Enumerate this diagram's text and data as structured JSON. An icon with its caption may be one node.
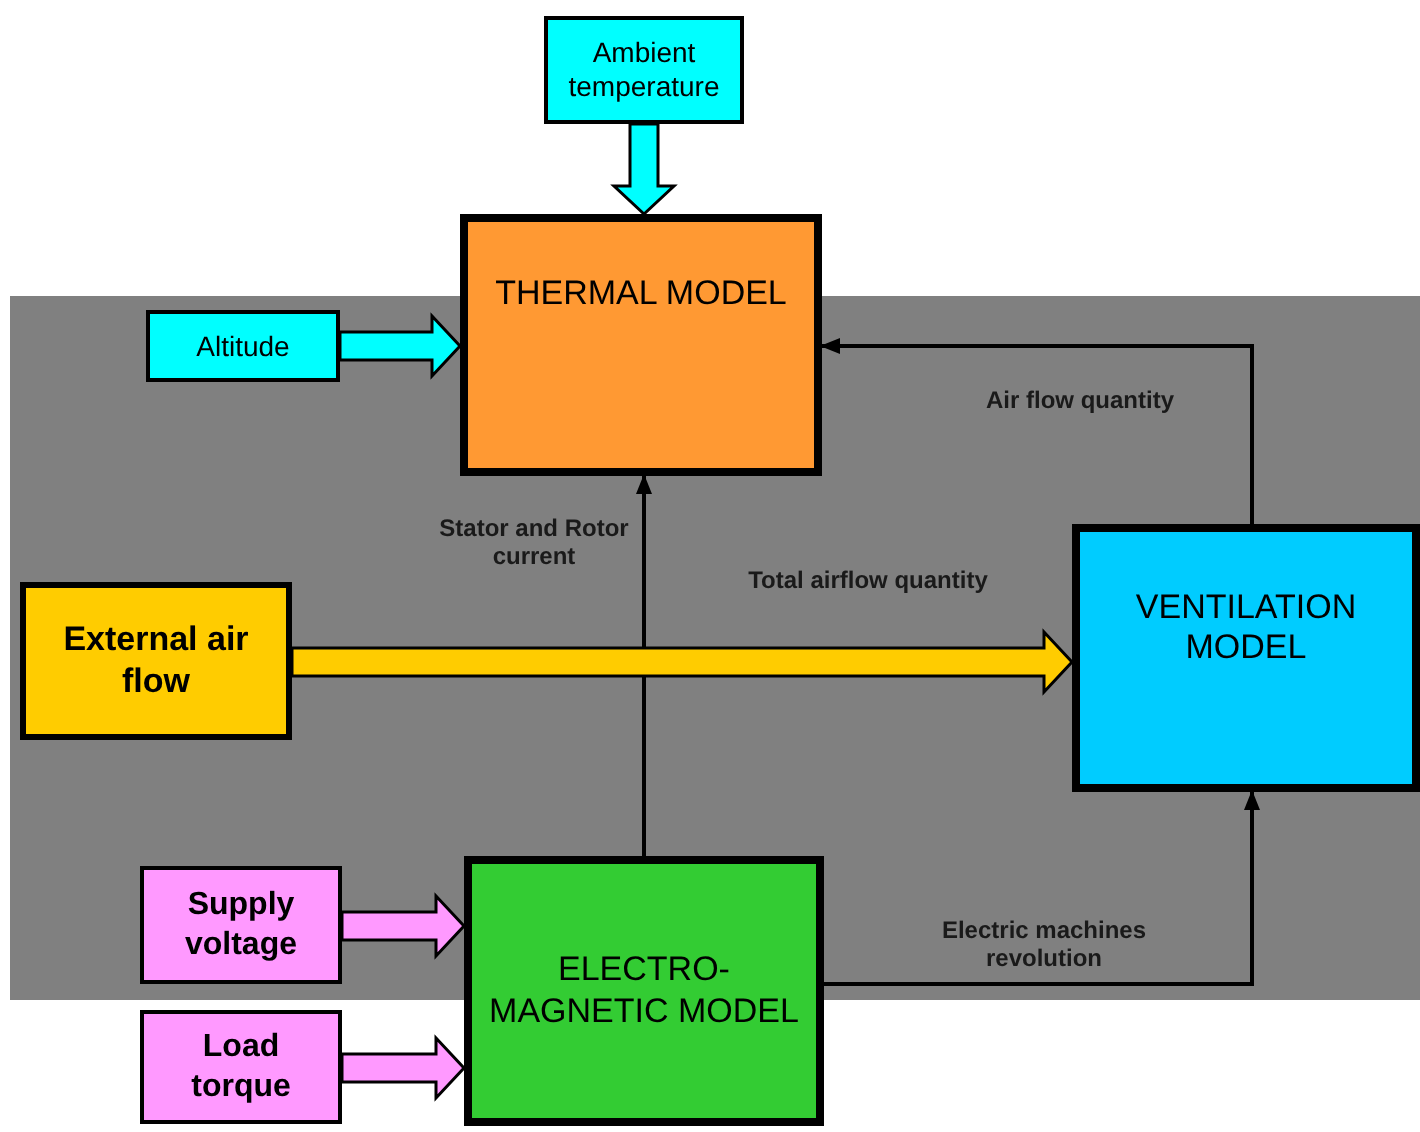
{
  "diagram": {
    "nodes": [
      {
        "text": [
          "Ambient temperature"
        ]
      },
      {
        "text": [
          "THERMAL MODEL"
        ]
      },
      {
        "text": [
          "Altitude"
        ]
      },
      {
        "text": [
          "External air flow"
        ]
      },
      {
        "text": [
          "VENTILATION MODEL"
        ]
      },
      {
        "text": [
          "Supply voltage"
        ]
      },
      {
        "text": [
          "ELECTRO-MAGNETIC MODEL"
        ]
      },
      {
        "text": [
          "Load torque"
        ]
      }
    ],
    "edges": [
      {
        "from": 0,
        "to": 1,
        "arrow": "to",
        "style": "thick",
        "color": "#00ffff"
      },
      {
        "from": 2,
        "to": 1,
        "arrow": "to",
        "style": "thick",
        "color": "#00ffff"
      },
      {
        "from": 6,
        "to": 1,
        "arrow": "to",
        "label": "Stator and Rotor current"
      },
      {
        "from": 4,
        "to": 1,
        "arrow": "to",
        "label": "Air flow quantity"
      },
      {
        "from": 3,
        "to": 4,
        "arrow": "to",
        "label": "Total airflow quantity",
        "style": "thick",
        "color": "#ffcc00"
      },
      {
        "from": 6,
        "to": 4,
        "arrow": "to",
        "label": "Electric machines revolution"
      },
      {
        "from": 5,
        "to": 6,
        "arrow": "to",
        "style": "thick",
        "color": "#ff99ff"
      },
      {
        "from": 7,
        "to": 6,
        "arrow": "to",
        "style": "thick",
        "color": "#ff99ff"
      }
    ]
  }
}
